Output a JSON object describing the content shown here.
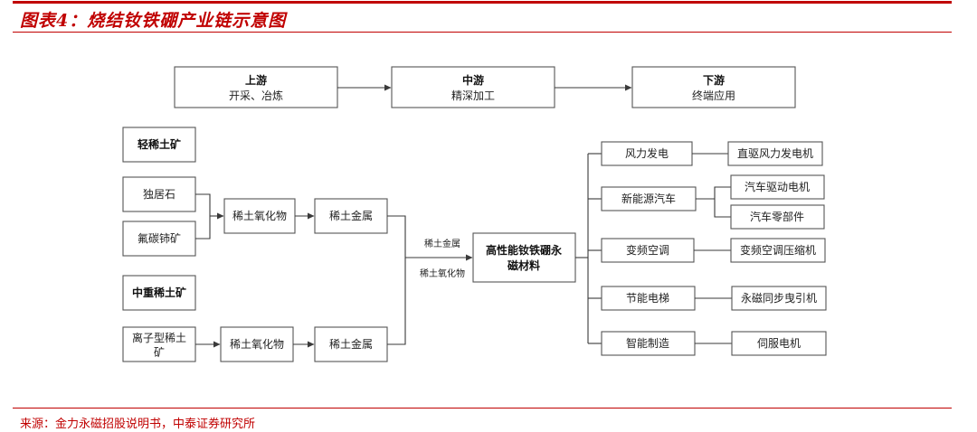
{
  "header": {
    "title": "图表4：烧结钕铁硼产业链示意图"
  },
  "stages": {
    "upstream": {
      "title": "上游",
      "sub": "开采、冶炼"
    },
    "midstream": {
      "title": "中游",
      "sub": "精深加工"
    },
    "downstream": {
      "title": "下游",
      "sub": "终端应用"
    }
  },
  "light": {
    "heading": "轻稀土矿",
    "ore1": "独居石",
    "ore2": "氟碳铈矿",
    "oxide": "稀土氧化物",
    "metal": "稀土金属"
  },
  "heavy": {
    "heading": "中重稀土矿",
    "ore_line1": "离子型稀土",
    "ore_line2": "矿",
    "oxide": "稀土氧化物",
    "metal": "稀土金属"
  },
  "connector": {
    "label_metal": "稀土金属",
    "label_oxide": "稀土氧化物"
  },
  "core": {
    "line1": "高性能钕铁硼永",
    "line2": "磁材料"
  },
  "applications": {
    "wind": "风力发电",
    "wind_product": "直驱风力发电机",
    "nev": "新能源汽车",
    "nev_product1": "汽车驱动电机",
    "nev_product2": "汽车零部件",
    "vfac": "变频空调",
    "vfac_product": "变频空调压缩机",
    "elevator": "节能电梯",
    "elevator_product": "永磁同步曳引机",
    "smart": "智能制造",
    "smart_product": "伺服电机"
  },
  "footer": {
    "source": "来源：金力永磁招股说明书，中泰证券研究所"
  }
}
